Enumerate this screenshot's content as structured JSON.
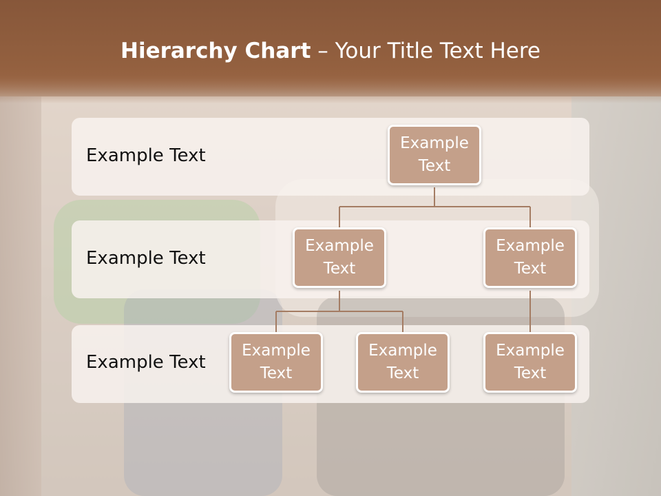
{
  "slide": {
    "title_bold": "Hierarchy Chart",
    "title_rest": " – Your Title Text Here"
  },
  "rows": [
    {
      "label": "Example Text"
    },
    {
      "label": "Example Text"
    },
    {
      "label": "Example Text"
    }
  ],
  "nodes": {
    "root": "Example Text",
    "level2_left": "Example Text",
    "level2_right": "Example Text",
    "level3_a": "Example Text",
    "level3_b": "Example Text",
    "level3_c": "Example Text"
  },
  "colors": {
    "node_fill": "#c4a08a",
    "connector": "#a47c63",
    "title_band": "#93603f"
  }
}
